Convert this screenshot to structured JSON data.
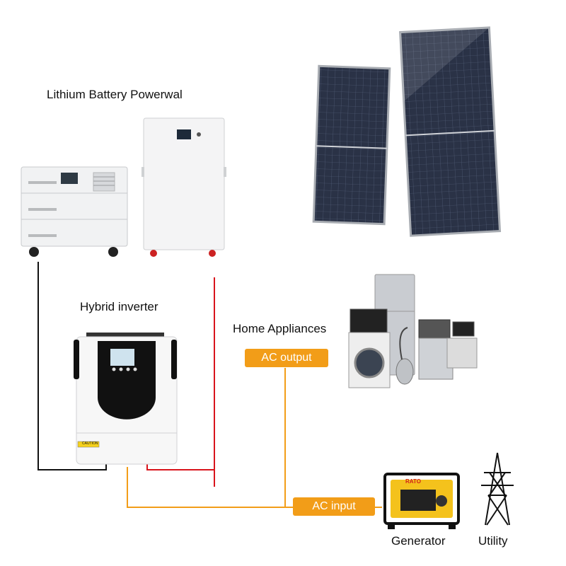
{
  "labels": {
    "battery": "Lithium Battery Powerwal",
    "inverter": "Hybrid inverter",
    "appliances": "Home Appliances",
    "ac_output": "AC output",
    "ac_input": "AC input",
    "generator": "Generator",
    "utility": "Utility",
    "generator_brand": "RATO",
    "caution": "CAUTION"
  },
  "colors": {
    "ac_line": "#f29d18",
    "dc_positive": "#d9141c",
    "dc_negative": "#111111",
    "tag_bg": "#f29d18",
    "panel_cell": "#2a3246",
    "generator_body": "#f4c21c"
  }
}
